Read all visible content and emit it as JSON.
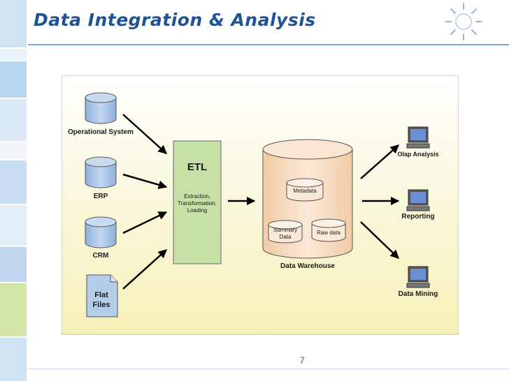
{
  "slide": {
    "title": "Data Integration & Analysis",
    "page_number": "7"
  },
  "diagram": {
    "sources": [
      {
        "label": "Operational System",
        "icon": "database-cylinder-icon"
      },
      {
        "label": "ERP",
        "icon": "database-cylinder-icon"
      },
      {
        "label": "CRM",
        "icon": "database-cylinder-icon"
      },
      {
        "label_line1": "Flat",
        "label_line2": "Files",
        "icon": "document-icon"
      }
    ],
    "etl": {
      "title": "ETL",
      "line1": "Extraction,",
      "line2": "Transformation,",
      "line3": "Loading"
    },
    "warehouse": {
      "label": "Data Warehouse",
      "metadata": "Metadata",
      "summary_line1": "Summary",
      "summary_line2": "Data",
      "raw": "Raw data"
    },
    "outputs": [
      {
        "label": "Olap Analysis",
        "icon": "computer-monitor-icon"
      },
      {
        "label": "Reporting",
        "icon": "computer-monitor-icon"
      },
      {
        "label": "Data Mining",
        "icon": "computer-monitor-icon"
      }
    ],
    "colors": {
      "cylinder_fill": "#a9c4e6",
      "etl_fill": "#c6e0a6",
      "warehouse_fill": "#f8e0c8",
      "background_top": "#ffffff",
      "background_bottom": "#f6f0b8",
      "title": "#1f5394"
    }
  }
}
